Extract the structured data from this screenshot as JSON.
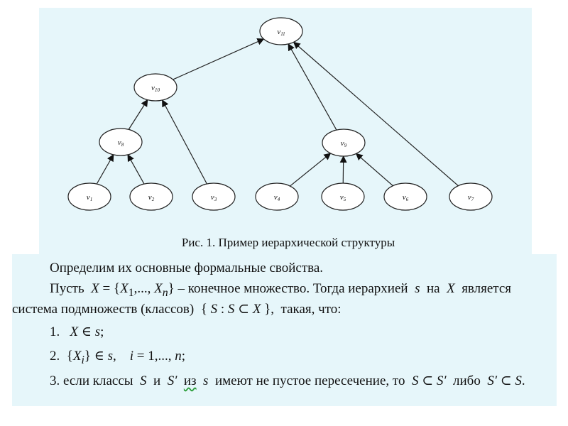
{
  "figure": {
    "caption": "Рис. 1. Пример иерархической структуры",
    "nodes": [
      {
        "id": "v11",
        "label": "v",
        "sub": "11"
      },
      {
        "id": "v10",
        "label": "v",
        "sub": "10"
      },
      {
        "id": "v8",
        "label": "v",
        "sub": "8"
      },
      {
        "id": "v9",
        "label": "v",
        "sub": "9"
      },
      {
        "id": "v1",
        "label": "v",
        "sub": "1"
      },
      {
        "id": "v2",
        "label": "v",
        "sub": "2"
      },
      {
        "id": "v3",
        "label": "v",
        "sub": "3"
      },
      {
        "id": "v4",
        "label": "v",
        "sub": "4"
      },
      {
        "id": "v5",
        "label": "v",
        "sub": "5"
      },
      {
        "id": "v6",
        "label": "v",
        "sub": "6"
      },
      {
        "id": "v7",
        "label": "v",
        "sub": "7"
      }
    ],
    "edges": [
      [
        "v10",
        "v11"
      ],
      [
        "v9",
        "v11"
      ],
      [
        "v7",
        "v11"
      ],
      [
        "v8",
        "v10"
      ],
      [
        "v3",
        "v10"
      ],
      [
        "v1",
        "v8"
      ],
      [
        "v2",
        "v8"
      ],
      [
        "v4",
        "v9"
      ],
      [
        "v5",
        "v9"
      ],
      [
        "v6",
        "v9"
      ]
    ]
  },
  "text": {
    "line1": "Определим их основные формальные свойства.",
    "line2": {
      "a": "Пусть",
      "b": "X",
      "c": " = {",
      "d": "X",
      "e": "1",
      "f": ",..., ",
      "g": "X",
      "h": "n",
      "i": "} – конечное множество. Тогда иерархией",
      "j": "s",
      "k": "на",
      "l": "X",
      "m": "является"
    },
    "line3": {
      "a": "система подмножеств (классов)",
      "b": "{ ",
      "c": "S",
      "d": " : ",
      "e": "S",
      "f": " ⊂ ",
      "g": "X",
      "h": " },",
      "i": "такая, что:"
    },
    "line4": {
      "num": "1.",
      "a": "X",
      "b": " ∈ ",
      "c": "s",
      "d": ";"
    },
    "line5": {
      "num": "2.",
      "a": "{",
      "b": "X",
      "c": "i",
      "d": "} ∈ ",
      "e": "s",
      "f": ",",
      "g": "i",
      "h": " = 1,..., ",
      "i": "n",
      "j": ";"
    },
    "line6": {
      "a": "3. если классы",
      "b": "S",
      "c": "и",
      "d": "S′",
      "e": "из",
      "f": "s",
      "g": "имеют не пустое пересечение, то",
      "h": "S ⊂ S′",
      "i": "либо",
      "j": "S′ ⊂ S",
      "k": "."
    }
  }
}
